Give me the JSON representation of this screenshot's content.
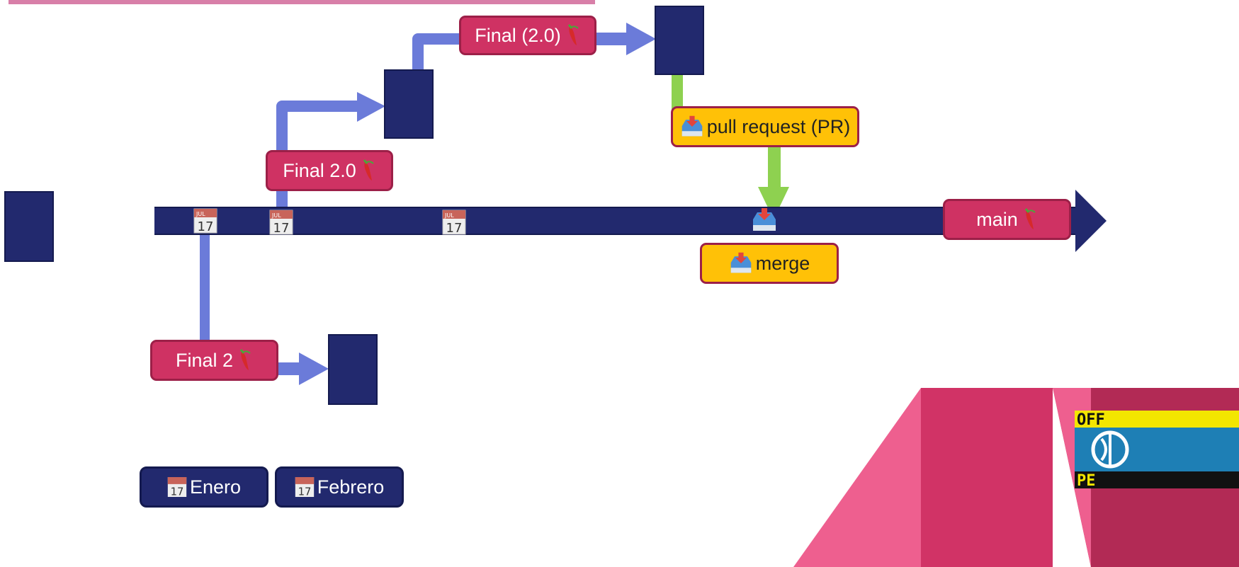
{
  "colors": {
    "timeline": "#22296e",
    "branch_blue": "#6b7bd9",
    "branch_green": "#8ed150",
    "red_label": "#cf3263",
    "yellow_label": "#ffc107",
    "pink_shape": "#ee5f8f"
  },
  "branches": {
    "final_20_paren": "Final (2.0)",
    "final_20": "Final 2.0",
    "final_2": "Final 2",
    "main": "main"
  },
  "actions": {
    "pull_request": "pull request (PR)",
    "merge": "merge"
  },
  "calendar": {
    "day": "17",
    "month": "JUL"
  },
  "months": [
    {
      "label": "Enero"
    },
    {
      "label": "Febrero"
    }
  ],
  "icons": {
    "calendar": "calendar-icon",
    "pepper": "chili-pepper-icon",
    "inbox": "inbox-tray-icon",
    "logo": "globe-logo-icon"
  }
}
